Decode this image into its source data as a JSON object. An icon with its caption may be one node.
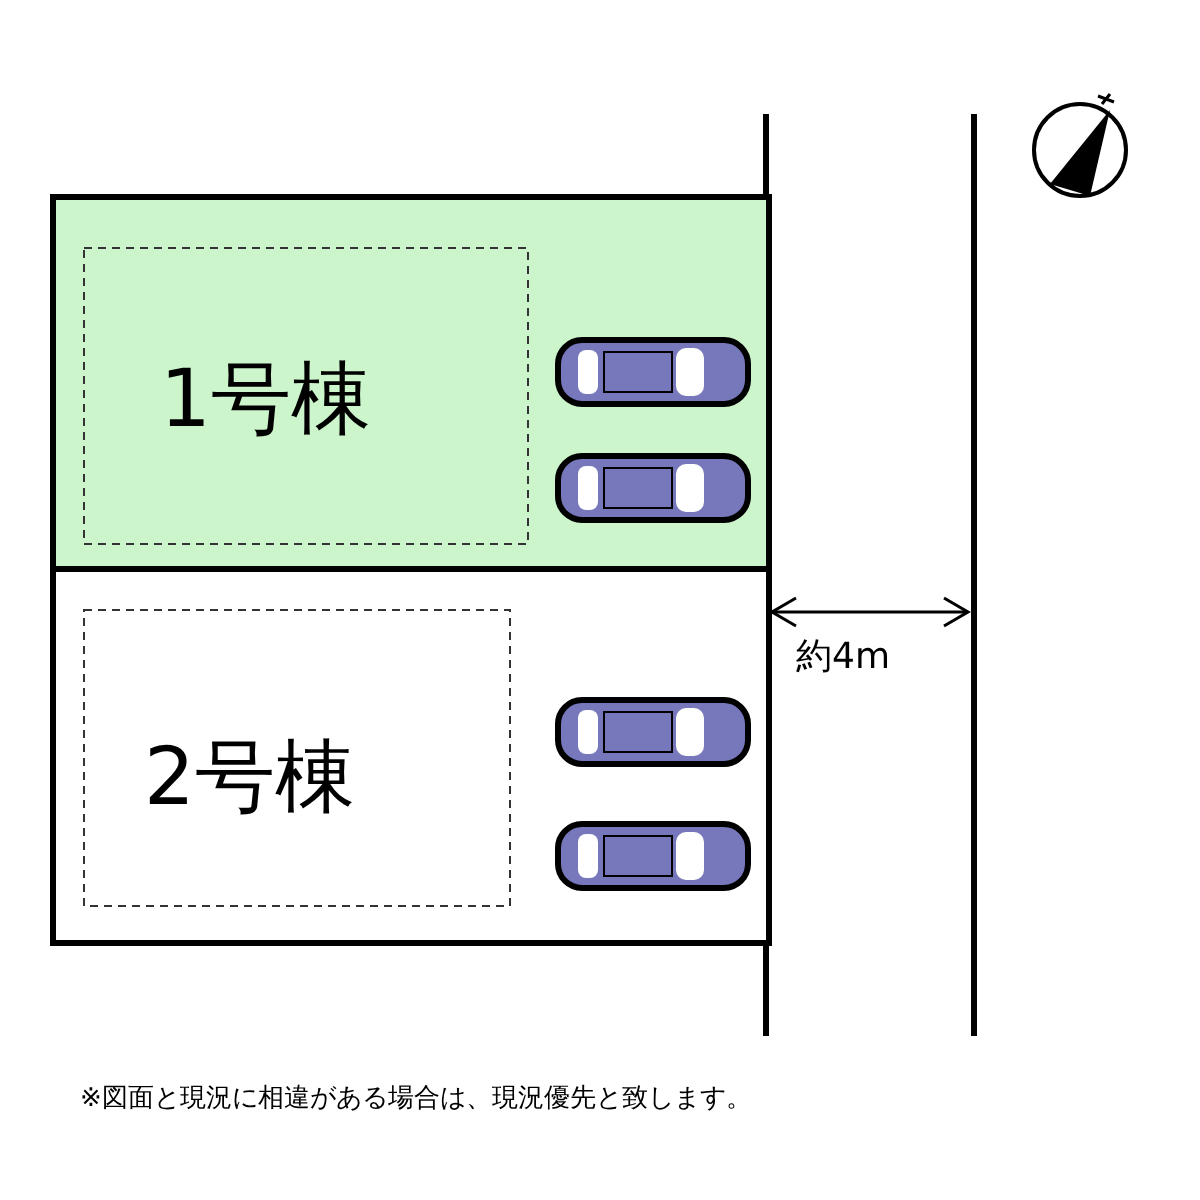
{
  "diagram": {
    "nodes": [
      {
        "text": [
          "1号棟"
        ]
      },
      {
        "text": [
          "2号棟"
        ]
      }
    ],
    "labels": [
      "約4m",
      "※図面と現況に相違がある場合は、現況優先と致します。"
    ]
  }
}
